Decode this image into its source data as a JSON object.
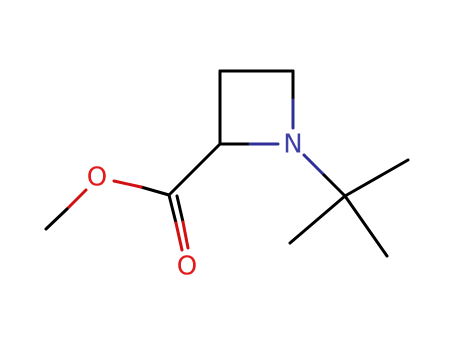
{
  "molecule": {
    "atoms": {
      "n1": {
        "symbol": "N",
        "color": "#3f3fa5"
      },
      "o_ether": {
        "symbol": "O",
        "color": "#e21a1a"
      },
      "o_carbonyl": {
        "symbol": "O",
        "color": "#e21a1a"
      }
    },
    "bond_color": "#000000",
    "heteroatom_bond_colors": {
      "nitrogen": "#2f2f9a",
      "oxygen": "#d21010"
    }
  }
}
